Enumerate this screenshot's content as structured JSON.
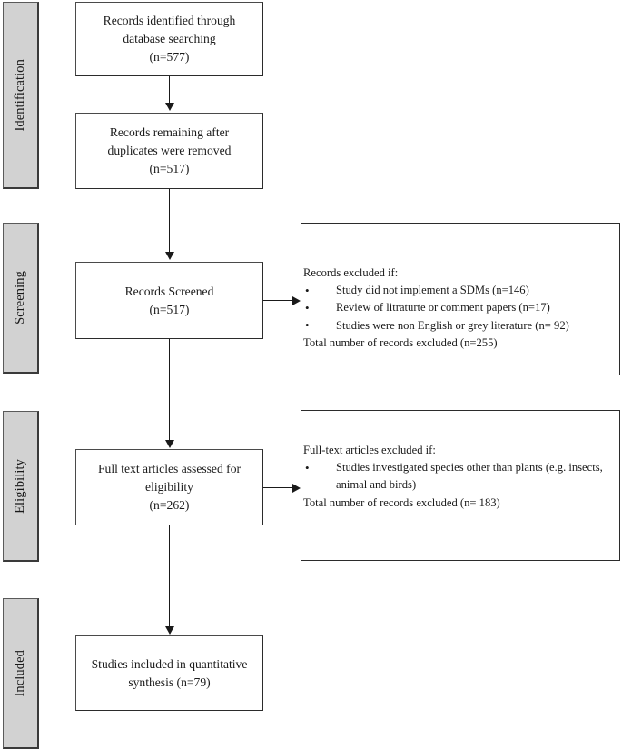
{
  "diagram": {
    "type": "prisma-flow-diagram",
    "stages": [
      {
        "id": "identification",
        "label": "Identification"
      },
      {
        "id": "screening",
        "label": "Screening"
      },
      {
        "id": "eligibility",
        "label": "Eligibility"
      },
      {
        "id": "included",
        "label": "Included"
      }
    ],
    "boxes": [
      {
        "id": "records-identified",
        "lines": [
          "Records identified through",
          "database searching",
          "(n=577)"
        ]
      },
      {
        "id": "records-after-duplicates",
        "lines": [
          "Records remaining after",
          "duplicates were removed",
          "(n=517)"
        ]
      },
      {
        "id": "records-screened",
        "lines": [
          "Records Screened",
          "(n=517)"
        ]
      },
      {
        "id": "full-text-assessed",
        "lines": [
          "Full text articles assessed for",
          "eligibility",
          "(n=262)"
        ]
      },
      {
        "id": "studies-included",
        "lines": [
          "Studies included in quantitative",
          "synthesis (n=79)"
        ]
      }
    ],
    "exclusion_boxes": [
      {
        "id": "records-excluded",
        "lead": "Records excluded if:",
        "bullet_glyph": "•",
        "bullets": [
          "Study did not implement a SDMs (n=146)",
          "Review of litraturte or comment papers (n=17)",
          "Studies were non English or grey literature (n= 92)"
        ],
        "total": "Total number of records excluded (n=255)"
      },
      {
        "id": "full-text-excluded",
        "lead": "Full-text articles excluded if:",
        "bullet_glyph": "•",
        "bullets": [
          "Studies investigated species other than plants (e.g. insects, animal and birds)"
        ],
        "total": "Total number of records excluded (n= 183)"
      }
    ],
    "colors": {
      "stage_bar_fill": "#d2d2d2",
      "stage_bar_border": "#5a5a5a",
      "box_border": "#2b2b2b",
      "connector": "#1a1a1a",
      "page_background": "#ffffff",
      "text": "#1a1a1a"
    }
  }
}
